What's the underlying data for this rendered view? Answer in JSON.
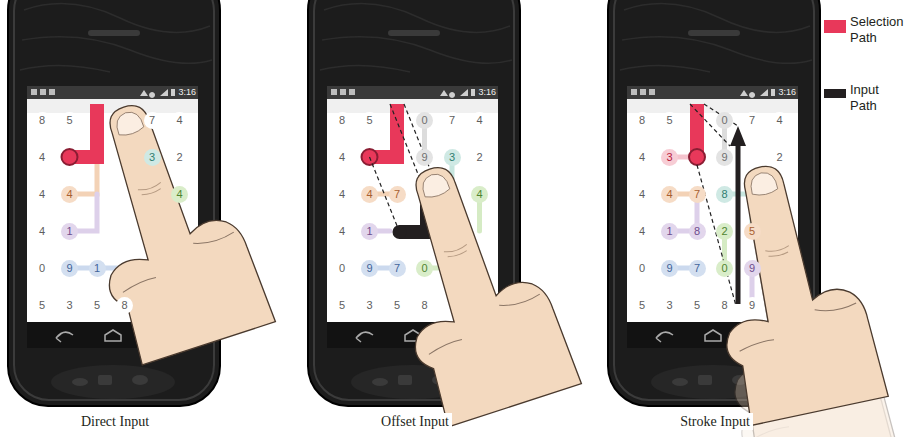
{
  "diagram": {
    "labels": [
      "3:16",
      "8",
      "5",
      "7",
      "4",
      "4",
      "3",
      "2",
      "4",
      "4",
      "4",
      "4",
      "1",
      "0",
      "9",
      "1",
      "5",
      "3",
      "5",
      "8",
      "3:16",
      "8",
      "5",
      "0",
      "7",
      "4",
      "4",
      "9",
      "3",
      "2",
      "4",
      "4",
      "7",
      "4",
      "4",
      "1",
      "0",
      "9",
      "7",
      "0",
      "5",
      "3",
      "5",
      "8",
      "3:16",
      "8",
      "5",
      "0",
      "7",
      "4",
      "4",
      "3",
      "9",
      "2",
      "4",
      "4",
      "7",
      "8",
      "4",
      "1",
      "8",
      "2",
      "5",
      "0",
      "9",
      "7",
      "0",
      "9",
      "5",
      "3",
      "5",
      "8",
      "9",
      "Direct Input",
      "Offset Input",
      "Stroke Input"
    ],
    "legend": [
      {
        "text": "Selection Path",
        "color": "#e8385a"
      },
      {
        "text": "Input Path",
        "color": "#231f20"
      }
    ]
  }
}
